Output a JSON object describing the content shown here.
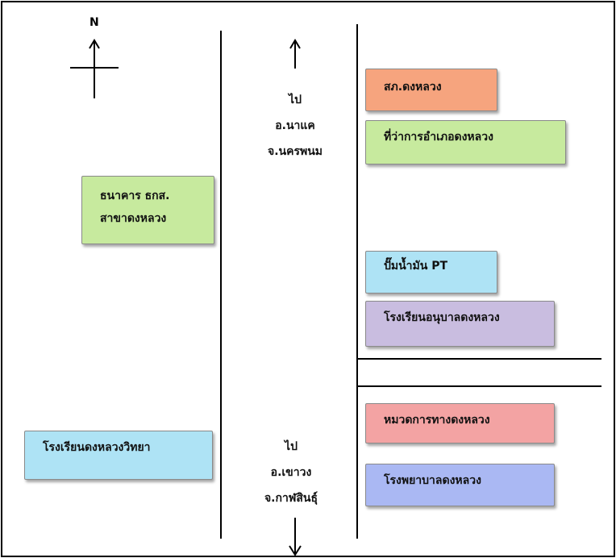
{
  "compass": {
    "north": "N"
  },
  "directions": {
    "north": [
      "ไป",
      "อ.นาแค",
      "จ.นครพนม"
    ],
    "south": [
      "ไป",
      "อ.เขาวง",
      "จ.กาฬสินธุ์"
    ]
  },
  "places": {
    "police": "สภ.ดงหลวง",
    "district_office": "ที่ว่าการอำเภอดงหลวง",
    "bank": [
      "ธนาคาร ธกส.",
      "สาขาดงหลวง"
    ],
    "gas_station": "ปั๊มน้ำมัน PT",
    "kindergarten": "โรงเรียนอนุบาลดงหลวง",
    "highway_unit": "หมวดการทางดงหลวง",
    "school": "โรงเรียนดงหลวงวิทยา",
    "hospital": "โรงพยาบาลดงหลวง"
  },
  "colors": {
    "orange": "#f6a47e",
    "green": "#c7ea9e",
    "blue": "#aee3f5",
    "purple": "#c9bde0",
    "red": "#f3a3a3",
    "indigo": "#aab8f3"
  }
}
